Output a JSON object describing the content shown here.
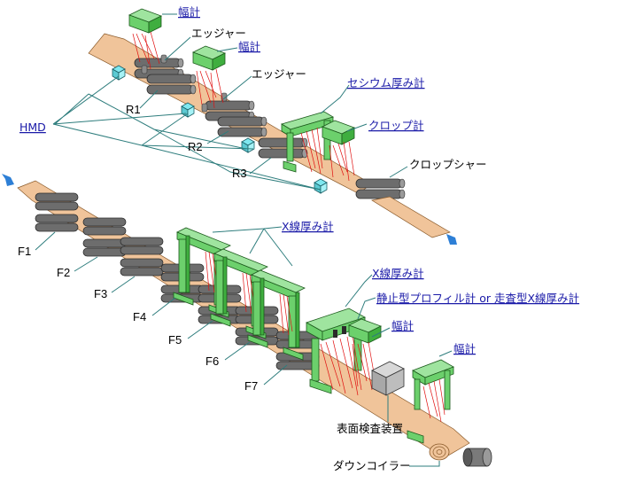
{
  "labels": {
    "width_gauge_1": "幅計",
    "width_gauge_2": "幅計",
    "width_gauge_3": "幅計",
    "width_gauge_4": "幅計",
    "edger_1": "エッジャー",
    "edger_2": "エッジャー",
    "cesium_gauge": "セシウム厚み計",
    "crop_gauge": "クロップ計",
    "crop_shear": "クロップシャー",
    "hmd": "HMD",
    "xray_gauge_1": "X線厚み計",
    "xray_gauge_2": "X線厚み計",
    "profile_gauge": "静止型プロフィル計 or 走査型X線厚み計",
    "surface_inspection": "表面検査装置",
    "down_coiler": "ダウンコイラー"
  },
  "stands": {
    "r1": "R1",
    "r2": "R2",
    "r3": "R3",
    "f1": "F1",
    "f2": "F2",
    "f3": "F3",
    "f4": "F4",
    "f5": "F5",
    "f6": "F6",
    "f7": "F7"
  },
  "colors": {
    "strip": "#f0c49a",
    "roll": "#6d6d6d",
    "gauge": "#6cd06c",
    "hmd": "#7fe8f0",
    "laser": "#e01010",
    "flow_arrow": "#2d7fd6",
    "link": "#1a1aa8"
  }
}
